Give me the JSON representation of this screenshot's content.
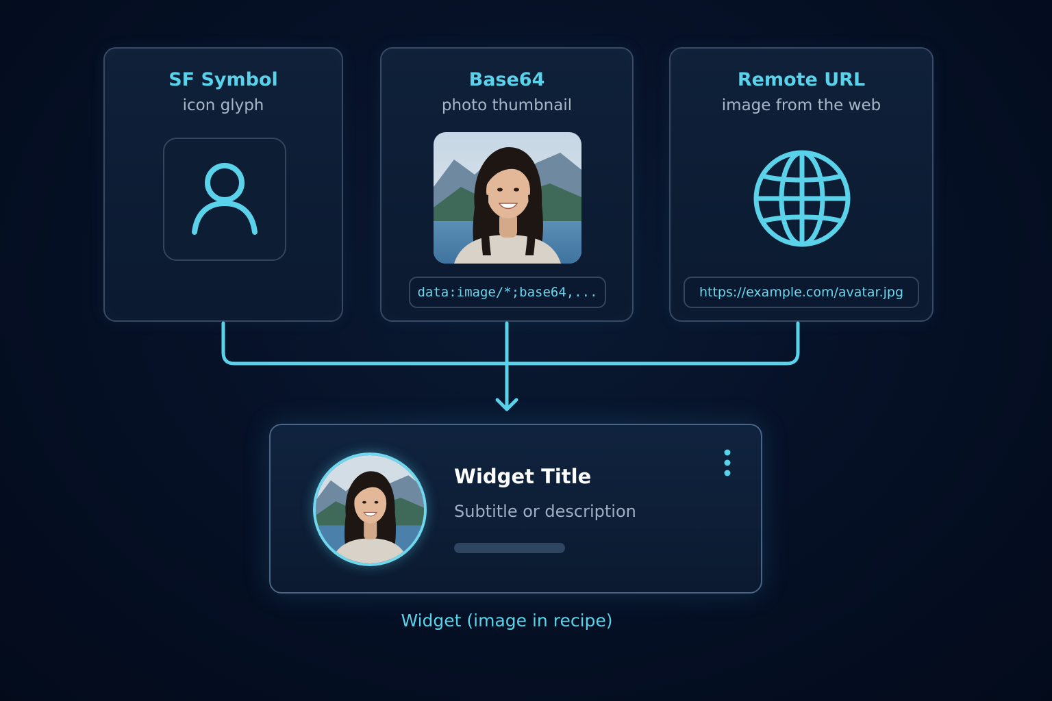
{
  "sources": [
    {
      "title": "SF Symbol",
      "subtitle": "icon glyph",
      "icon": "person-icon"
    },
    {
      "title": "Base64",
      "subtitle": "photo thumbnail",
      "value": "data:image/*;base64,...",
      "icon": "photo-thumbnail"
    },
    {
      "title": "Remote URL",
      "subtitle": "image from the web",
      "value": "https://example.com/avatar.jpg",
      "icon": "globe-icon"
    }
  ],
  "widget": {
    "title": "Widget Title",
    "subtitle": "Subtitle or description",
    "menu_icon": "more-vertical-icon"
  },
  "caption": "Widget (image in recipe)",
  "colors": {
    "accent": "#5ad2ea",
    "card_border": "#3a4a64",
    "background": "#061127"
  }
}
